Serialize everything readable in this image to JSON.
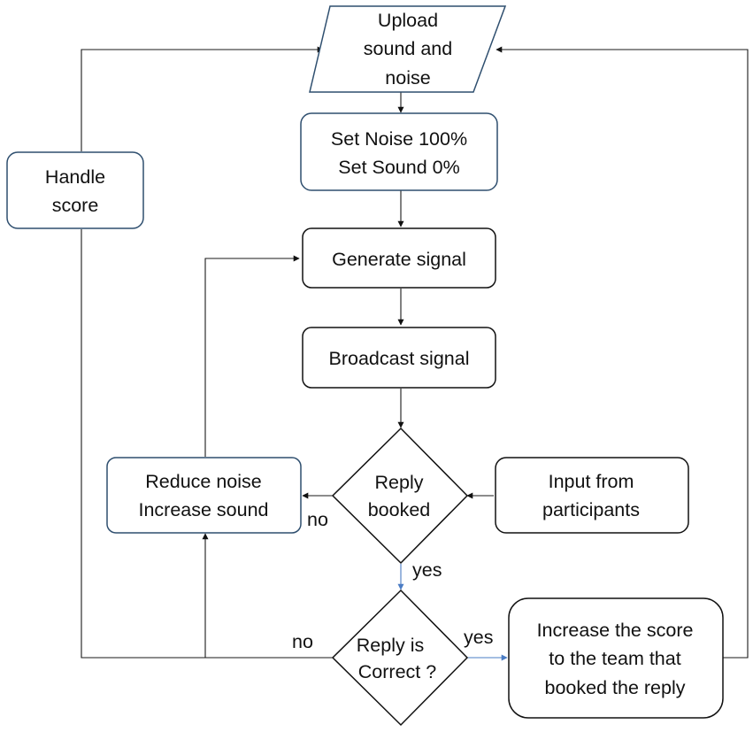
{
  "nodes": {
    "upload": {
      "lines": [
        "Upload",
        "sound and",
        "noise"
      ]
    },
    "set_noise": {
      "lines": [
        "Set Noise 100%",
        "Set Sound 0%"
      ]
    },
    "handle_score": {
      "lines": [
        "Handle",
        "score"
      ]
    },
    "generate": {
      "lines": [
        "Generate signal"
      ]
    },
    "broadcast": {
      "lines": [
        "Broadcast signal"
      ]
    },
    "reduce": {
      "lines": [
        "Reduce noise",
        "Increase sound"
      ]
    },
    "reply_booked": {
      "lines": [
        "Reply",
        "booked"
      ]
    },
    "input": {
      "lines": [
        "Input from",
        "participants"
      ]
    },
    "reply_correct": {
      "lines": [
        "Reply is",
        "Correct ?"
      ]
    },
    "increase_score": {
      "lines": [
        "Increase the score",
        "to the team that",
        "booked the reply"
      ]
    }
  },
  "edge_labels": {
    "booked_no": "no",
    "booked_yes": "yes",
    "correct_no": "no",
    "correct_yes": "yes"
  },
  "colors": {
    "blue_outline": "#2f4f6f",
    "blue_arrow": "#4a7cc4",
    "black": "#111111"
  }
}
